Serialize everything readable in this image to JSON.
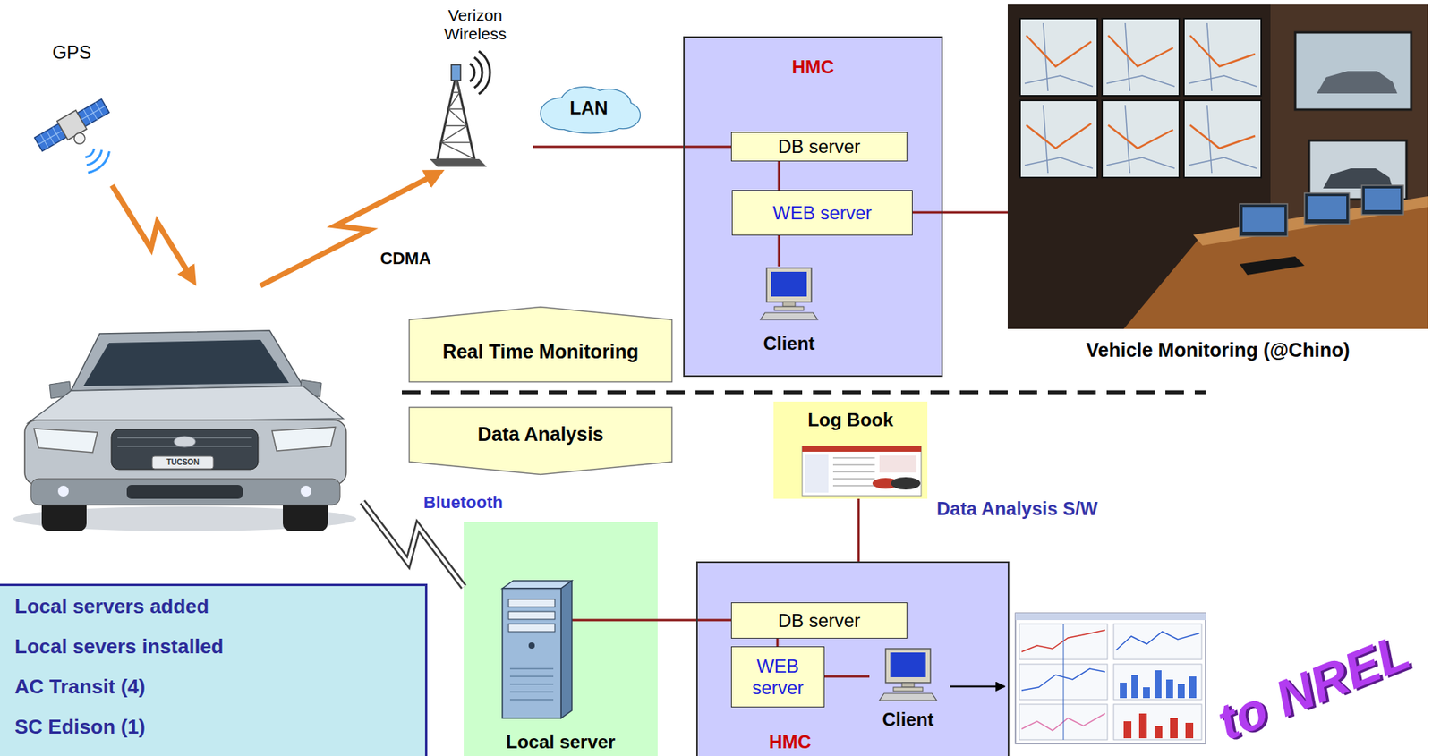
{
  "diagram": {
    "nodes": [
      {
        "text": [
          "GPS"
        ]
      },
      {
        "text": [
          "Verizon Wireless"
        ]
      },
      {
        "text": [
          "LAN"
        ]
      },
      {
        "text": [
          "HMC"
        ]
      },
      {
        "text": [
          "DB server"
        ],
        "in": 3
      },
      {
        "text": [
          "WEB server"
        ],
        "in": 3
      },
      {
        "text": [
          "Client"
        ],
        "in": 3
      },
      {
        "text": [
          "Vehicle Monitoring (@Chino)"
        ]
      },
      {
        "text": [
          "TUCSON"
        ]
      },
      {
        "text": [
          "Real Time Monitoring"
        ]
      },
      {
        "text": [
          "Data Analysis"
        ]
      },
      {
        "text": [
          "Log Book"
        ]
      },
      {
        "text": [
          "Local server"
        ]
      },
      {
        "text": [
          "HMC"
        ]
      },
      {
        "text": [
          "DB server"
        ],
        "in": 13
      },
      {
        "text": [
          "WEB server"
        ],
        "in": 13
      },
      {
        "text": [
          "Client"
        ],
        "in": 13
      },
      {
        "text": [
          "Local servers added",
          "Local severs installed",
          "AC Transit (4)",
          "SC Edison (1)"
        ]
      }
    ],
    "edges": [
      {
        "from": 1,
        "to": 4,
        "arrow": "none"
      },
      {
        "from": 4,
        "to": 5,
        "arrow": "none"
      },
      {
        "from": 5,
        "to": 6,
        "arrow": "none"
      },
      {
        "from": 5,
        "to": 7,
        "arrow": "none"
      },
      {
        "from": 0,
        "to": 8,
        "arrow": "to"
      },
      {
        "from": 8,
        "to": 1,
        "label": "CDMA",
        "arrow": "to"
      },
      {
        "from": 8,
        "to": 12,
        "label": "Bluetooth",
        "arrow": "none"
      },
      {
        "from": 12,
        "to": 14,
        "arrow": "none"
      },
      {
        "from": 14,
        "to": 15,
        "arrow": "none"
      },
      {
        "from": 15,
        "to": 16,
        "arrow": "none"
      },
      {
        "from": 11,
        "to": 13,
        "arrow": "none"
      }
    ],
    "labels": [
      "Data Analysis S/W",
      "to NREL"
    ]
  }
}
